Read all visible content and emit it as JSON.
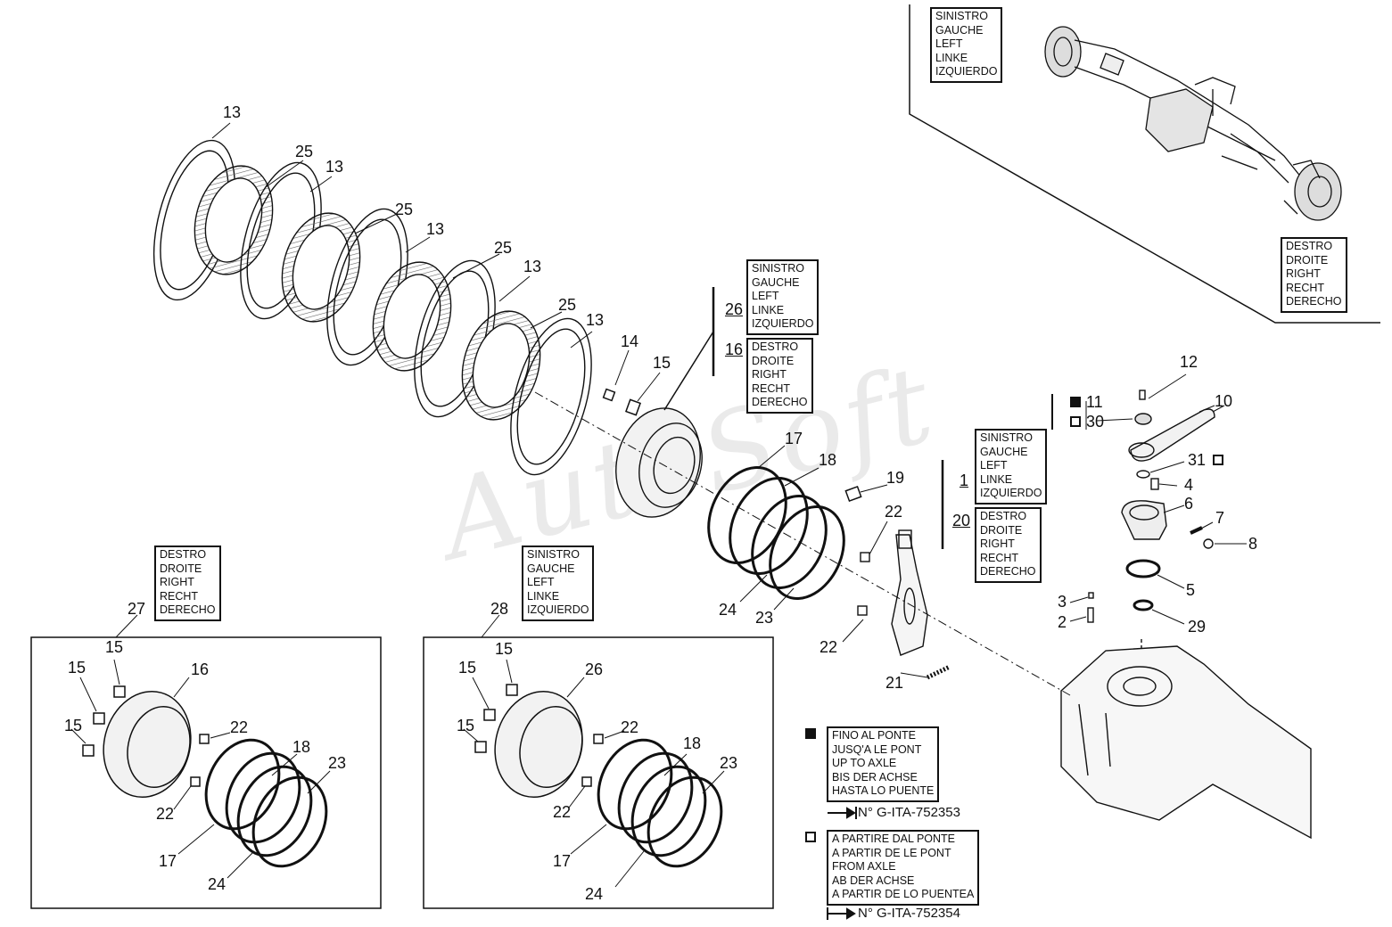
{
  "watermark": "AutoSoft",
  "lang_left": [
    "SINISTRO",
    "GAUCHE",
    "LEFT",
    "LINKE",
    "IZQUIERDO"
  ],
  "lang_right": [
    "DESTRO",
    "DROITE",
    "RIGHT",
    "RECHT",
    "DERECHO"
  ],
  "note_up_to": [
    "FINO AL PONTE",
    "JUSQ'A LE PONT",
    "UP TO AXLE",
    "BIS DER ACHSE",
    "HASTA LO PUENTE"
  ],
  "note_from": [
    "A PARTIRE DAL PONTE",
    "A PARTIR DE LE PONT",
    "FROM AXLE",
    "AB DER ACHSE",
    "A PARTIR DE LO PUENTEA"
  ],
  "serial_up_to": "N° G-ITA-752353",
  "serial_from": "N° G-ITA-752354",
  "callouts": {
    "c1": "1",
    "c2": "2",
    "c3": "3",
    "c4": "4",
    "c5": "5",
    "c6": "6",
    "c7": "7",
    "c8": "8",
    "c10": "10",
    "c11": "11",
    "c12": "12",
    "c13": "13",
    "c14": "14",
    "c15": "15",
    "c16": "16",
    "c17": "17",
    "c18": "18",
    "c19": "19",
    "c20": "20",
    "c21": "21",
    "c22": "22",
    "c23": "23",
    "c24": "24",
    "c25": "25",
    "c26": "26",
    "c27": "27",
    "c28": "28",
    "c29": "29",
    "c30": "30",
    "c31": "31"
  }
}
